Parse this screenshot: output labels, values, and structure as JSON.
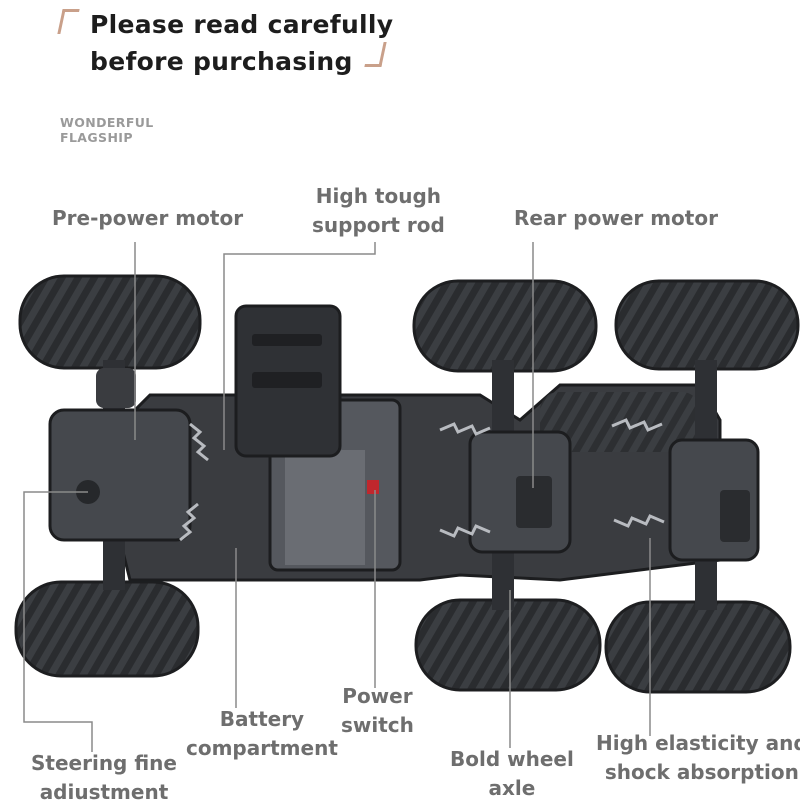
{
  "headline": {
    "line1": "Please read carefully",
    "line2": "before purchasing"
  },
  "brand": {
    "line1": "WONDERFUL",
    "line2": "FLAGSHIP"
  },
  "callouts": {
    "pre_power_motor": "Pre-power motor",
    "support_rod_line1": "High tough",
    "support_rod_line2": "support rod",
    "rear_power_motor": "Rear power motor",
    "power_switch_line1": "Power",
    "power_switch_line2": "switch",
    "battery_line1": "Battery",
    "battery_line2": "compartment",
    "steering_line1": "Steering fine",
    "steering_line2": "adiustment",
    "axle_line1": "Bold wheel",
    "axle_line2": "axle",
    "shock_line1": "High elasticity and",
    "shock_line2": "shock absorption"
  },
  "colors": {
    "label": "#6e6e6e",
    "headline": "#1d1d1d",
    "bracket": "#c9a08a",
    "chassis": "#2b2d30",
    "switch": "#c0272d"
  }
}
